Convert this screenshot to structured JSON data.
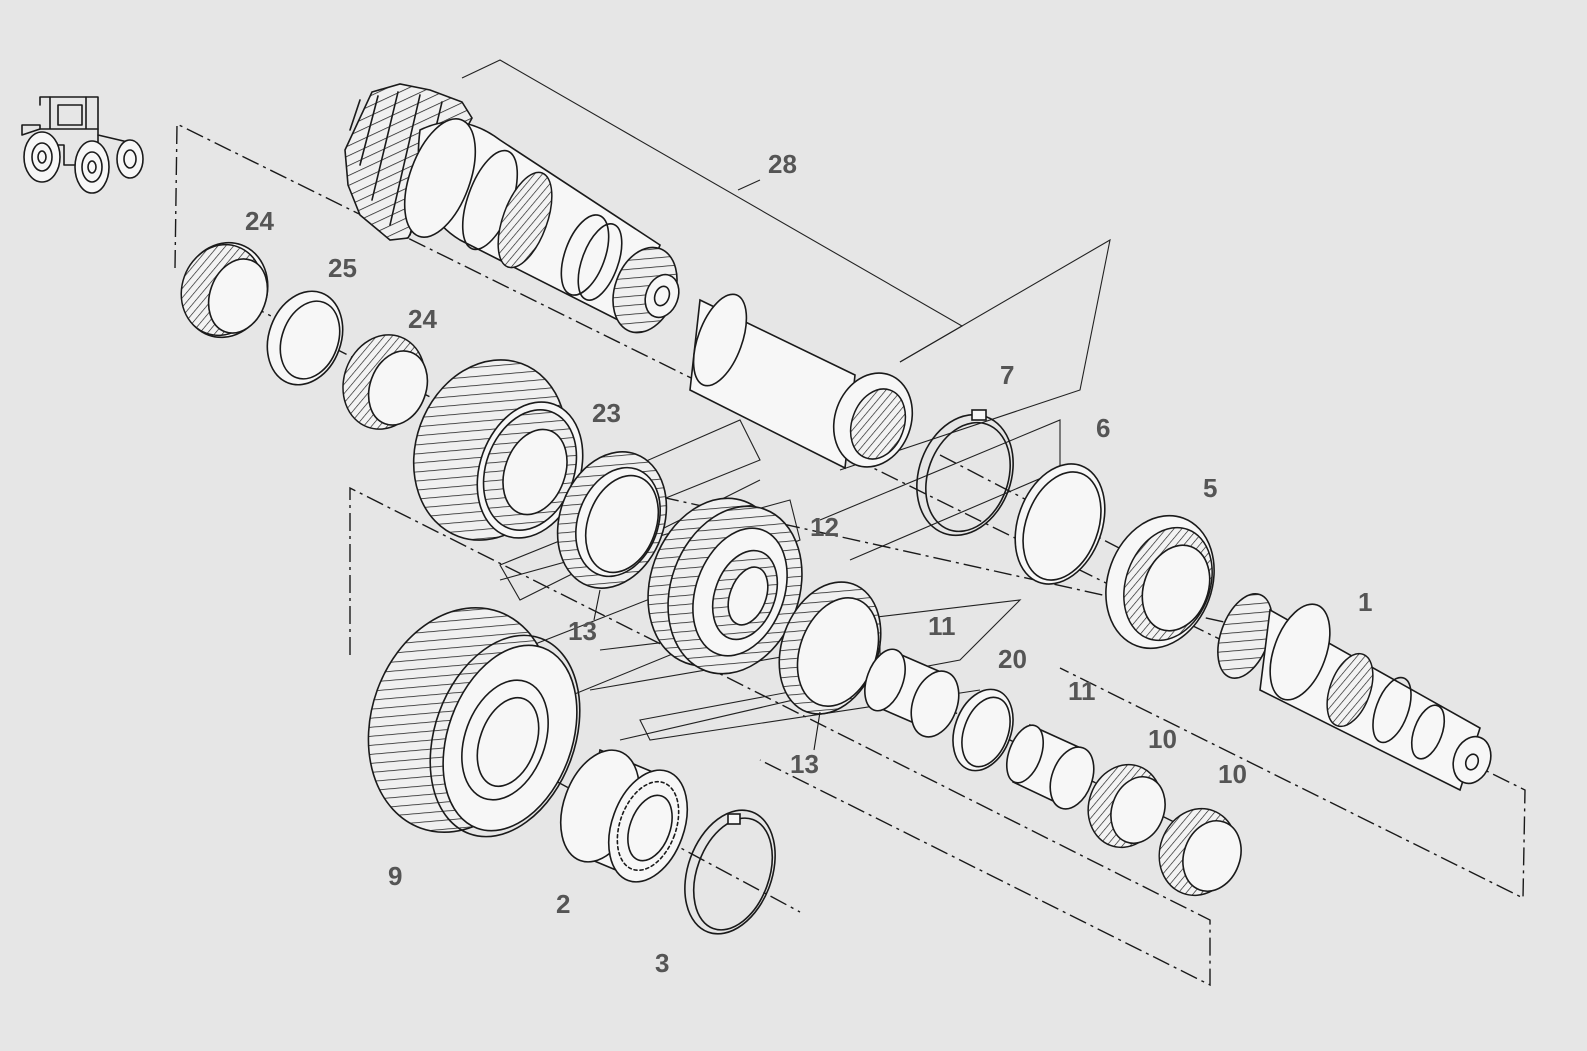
{
  "diagram": {
    "type": "exploded parts view",
    "accent": "#555555",
    "line_color": "#1a1a1a",
    "background": "#e6e6e6",
    "icon": "tractor-icon",
    "callouts": [
      "28",
      "24",
      "25",
      "24",
      "23",
      "7",
      "6",
      "5",
      "12",
      "1",
      "13",
      "11",
      "20",
      "11",
      "13",
      "10",
      "10",
      "9",
      "2",
      "3"
    ]
  }
}
